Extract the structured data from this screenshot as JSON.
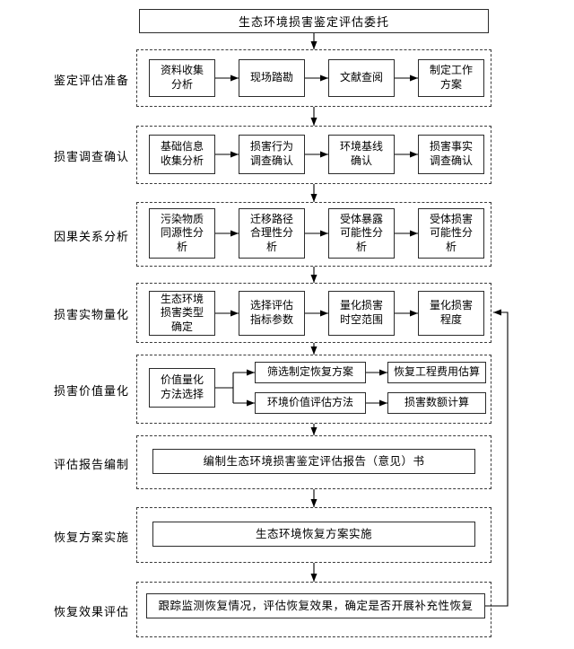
{
  "title": "生态环境损害鉴定评估委托",
  "stages": [
    {
      "label": "鉴定评估准备",
      "boxes": [
        "资料收集分析",
        "现场踏勘",
        "文献查阅",
        "制定工作方案"
      ]
    },
    {
      "label": "损害调查确认",
      "boxes": [
        "基础信息收集分析",
        "损害行为调查确认",
        "环境基线确认",
        "损害事实调查确认"
      ]
    },
    {
      "label": "因果关系分析",
      "boxes": [
        "污染物质同源性分析",
        "迁移路径合理性分析",
        "受体暴露可能性分析",
        "受体损害可能性分析"
      ]
    },
    {
      "label": "损害实物量化",
      "boxes": [
        "生态环境损害类型确定",
        "选择评估指标参数",
        "量化损害时空范围",
        "量化损害程度"
      ]
    },
    {
      "label": "损害价值量化",
      "source_box": "价值量化方法选择",
      "rows": [
        {
          "left": "筛选制定恢复方案",
          "right": "恢复工程费用估算"
        },
        {
          "left": "环境价值评估方法",
          "right": "损害数额计算"
        }
      ]
    },
    {
      "label": "评估报告编制",
      "wide_box": "编制生态环境损害鉴定评估报告（意见）书"
    },
    {
      "label": "恢复方案实施",
      "wide_box": "生态环境恢复方案实施"
    },
    {
      "label": "恢复效果评估",
      "wide_box": "跟踪监测恢复情况，评估恢复效果，确定是否开展补充性恢复"
    }
  ]
}
